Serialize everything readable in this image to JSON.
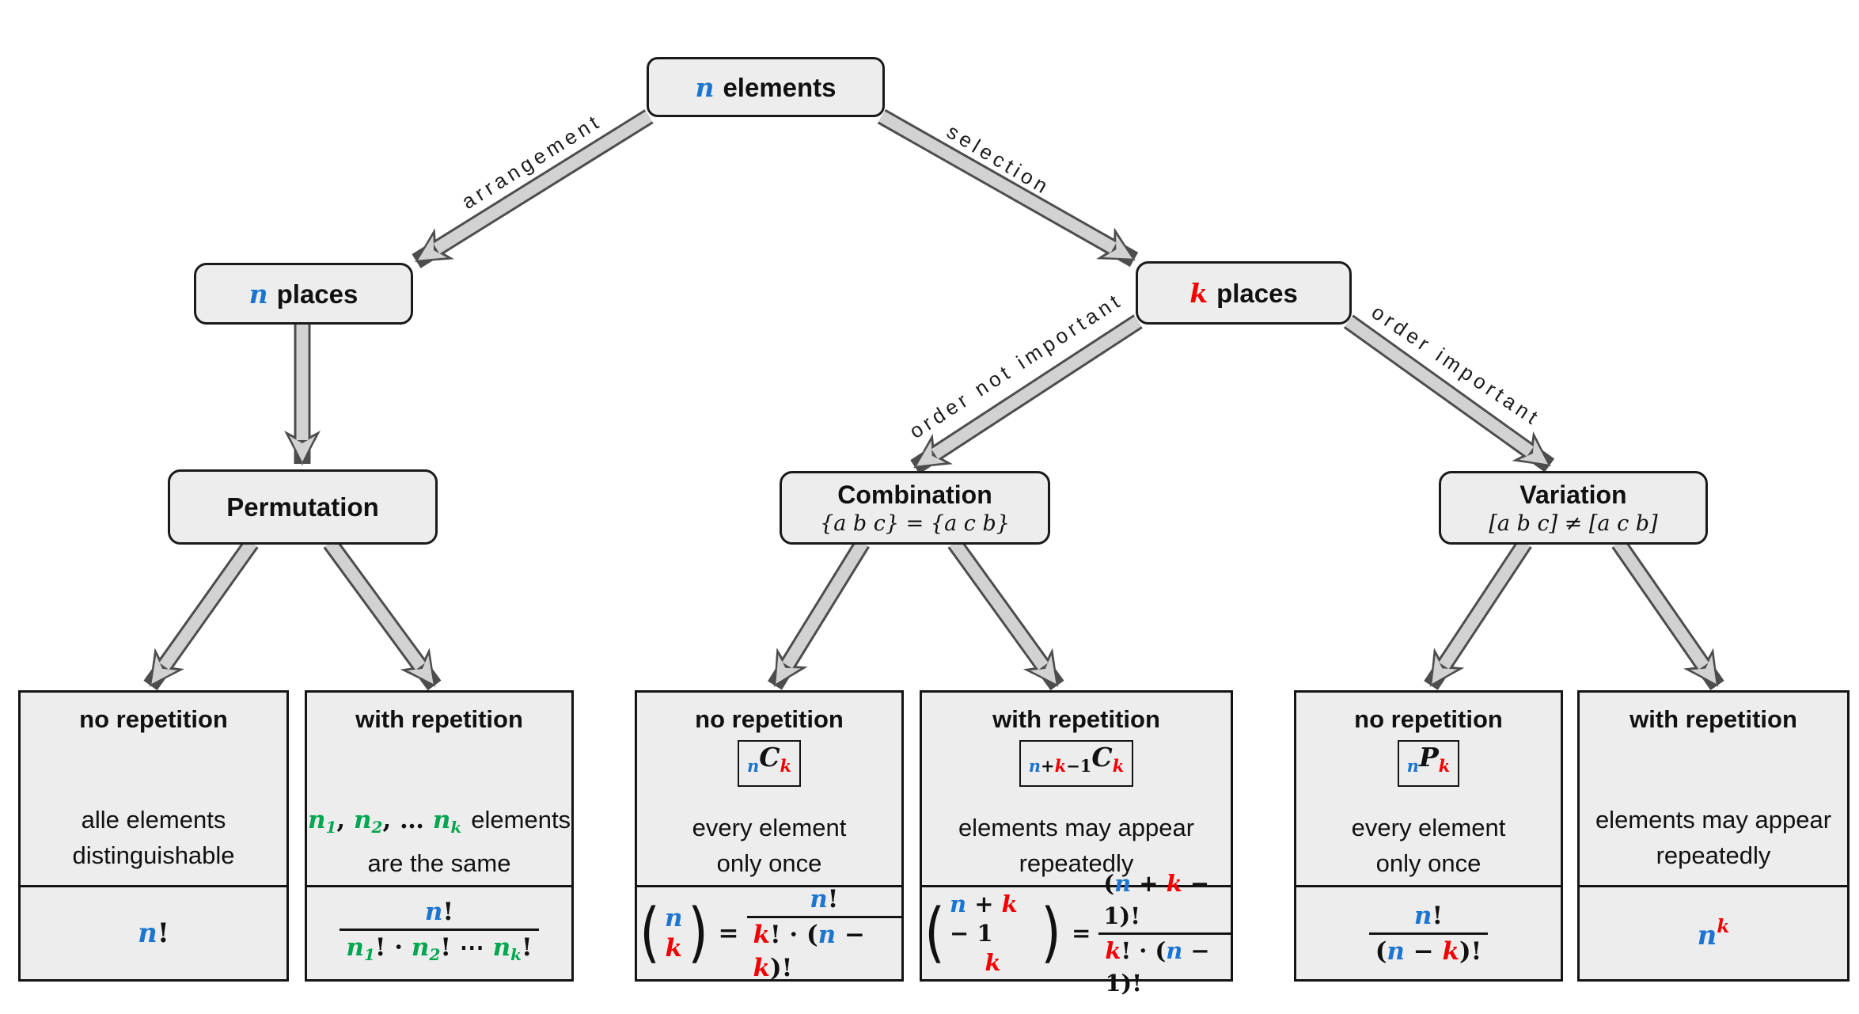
{
  "palette": {
    "blue": "#1b75d1",
    "red": "#f40000",
    "green": "#00a650",
    "box_fill": "#ededed",
    "box_border": "#1a1a1a",
    "arrow_fill": "#d2d2d2",
    "arrow_outline": "#4d4d4d"
  },
  "root": {
    "var": "n",
    "label": "elements"
  },
  "edges": {
    "arrangement": "arrangement",
    "selection": "selection",
    "order_not_important": "order not important",
    "order_important": "order important"
  },
  "places": {
    "n": {
      "var": "n",
      "label": "places"
    },
    "k": {
      "var": "k",
      "label": "places"
    }
  },
  "groups": {
    "permutation": {
      "title": "Permutation"
    },
    "combination": {
      "title": "Combination",
      "note": "{a b c} = {a c b}"
    },
    "variation": {
      "title": "Variation",
      "note": "[a b c] ≠ [a c b]"
    }
  },
  "leaves": {
    "perm_no": {
      "header": "no repetition",
      "desc1": "alle elements",
      "desc2": "distinguishable",
      "f": {
        "n": "n",
        "bang": "!"
      }
    },
    "perm_with": {
      "header": "with repetition",
      "desc2": "are the same",
      "d": {
        "g1": "n",
        "s1": "1",
        "c1": ", ",
        "g2": "n",
        "s2": "2",
        "c2": ", … ",
        "g3": "n",
        "s3": "k",
        "rest": "elements"
      },
      "f": {
        "num_n": "n",
        "num_bang": "!",
        "g1": "n",
        "s1": "1",
        "p1": "! · ",
        "g2": "n",
        "s2": "2",
        "p2": "! ⋯ ",
        "g3": "n",
        "s3": "k",
        "p3": "!"
      }
    },
    "comb_no": {
      "header": "no repetition",
      "desc1": "every element",
      "desc2": "only once",
      "badge": {
        "sub1": "n",
        "op": "C",
        "sub2": "k"
      },
      "f": {
        "lp": "(",
        "rp": ")",
        "top": "n",
        "bot": "k",
        "eq": "=",
        "num_n": "n",
        "num_bang": "!",
        "d_k": "k",
        "d_p1": "! · (",
        "d_n": "n",
        "d_m": " − ",
        "d_k2": "k",
        "d_p2": ")!"
      }
    },
    "comb_with": {
      "header": "with repetition",
      "desc1": "elements may appear",
      "desc2": "repeatedly",
      "badge": {
        "b1": "n",
        "b2": "+",
        "b3": "k",
        "b4": "−1",
        "op": "C",
        "sub2": "k"
      },
      "f": {
        "lp": "(",
        "rp": ")",
        "t1": "n",
        "t2": " + ",
        "t3": "k",
        "t4": " − 1",
        "bot": "k",
        "eq": "=",
        "n1": "(",
        "n2": "n",
        "n3": " + ",
        "n4": "k",
        "n5": " − 1)!",
        "d1": "k",
        "d2": "! · (",
        "d3": "n",
        "d4": " − 1)!"
      }
    },
    "var_no": {
      "header": "no repetition",
      "desc1": "every element",
      "desc2": "only once",
      "badge": {
        "sub1": "n",
        "op": "P",
        "sub2": "k"
      },
      "f": {
        "num_n": "n",
        "num_bang": "!",
        "d1": "(",
        "d2": "n",
        "d3": " − ",
        "d4": "k",
        "d5": ")!"
      }
    },
    "var_with": {
      "header": "with repetition",
      "desc1": "elements may appear",
      "desc2": "repeatedly",
      "f": {
        "base": "n",
        "exp": "k"
      }
    }
  }
}
